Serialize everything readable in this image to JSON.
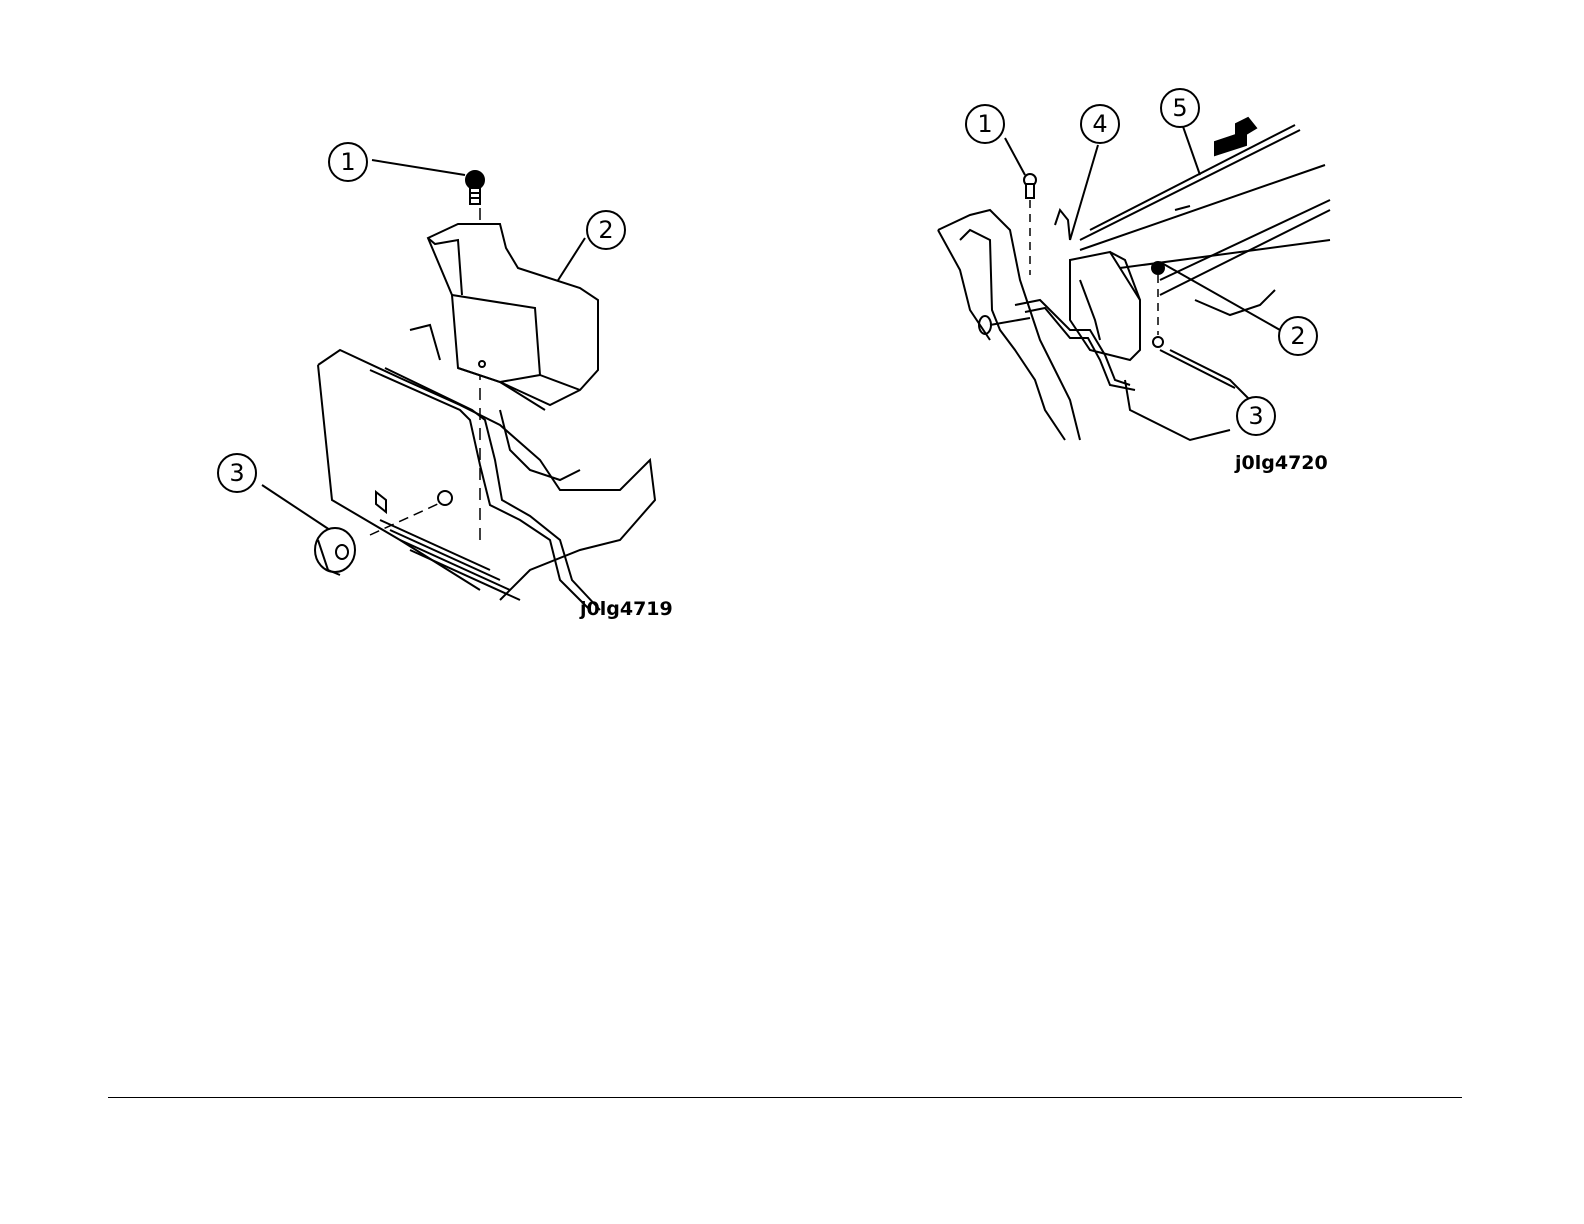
{
  "figure_left": {
    "id_label": "j0lg4719",
    "callouts": [
      "1",
      "2",
      "3"
    ]
  },
  "figure_right": {
    "id_label": "j0lg4720",
    "callouts": [
      "1",
      "4",
      "5",
      "2",
      "3"
    ]
  }
}
